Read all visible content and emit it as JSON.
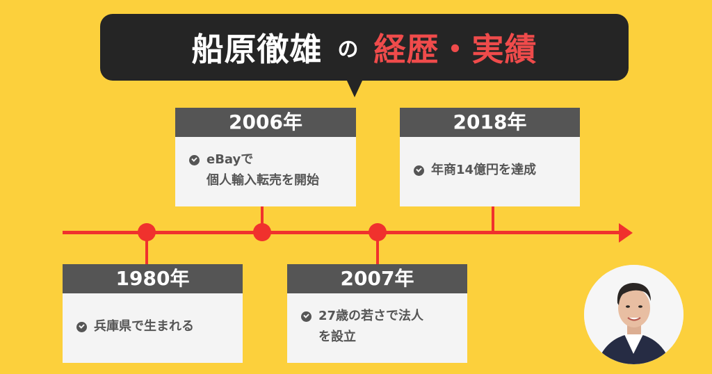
{
  "banner": {
    "name": "船原徹雄",
    "particle": "の",
    "highlight": "経歴・実績",
    "highlight_color": "#ef4b4b"
  },
  "timeline": {
    "line_color": "#f0312d",
    "events": [
      {
        "year": "1980年",
        "lines": [
          "兵庫県で生まれる"
        ],
        "position": "below"
      },
      {
        "year": "2006年",
        "lines": [
          "eBayで",
          "個人輸入転売を開始"
        ],
        "position": "above"
      },
      {
        "year": "2007年",
        "lines": [
          "27歳の若さで法人",
          "を設立"
        ],
        "position": "below"
      },
      {
        "year": "2018年",
        "lines": [
          "年商14億円を達成"
        ],
        "position": "above"
      }
    ]
  },
  "portrait": {
    "alt": "portrait-photo"
  },
  "colors": {
    "background": "#fcd03c",
    "card_header": "#555555",
    "card_body": "#f4f4f4",
    "banner": "#252525"
  }
}
